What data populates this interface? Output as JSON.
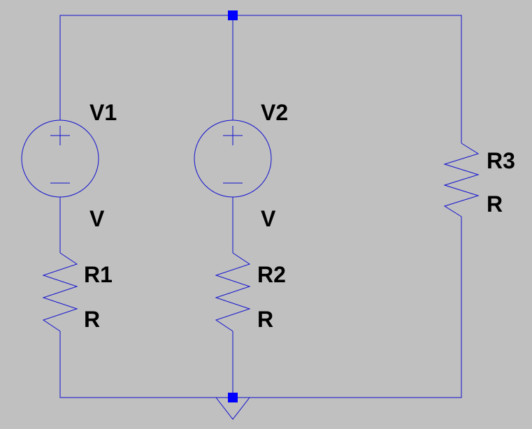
{
  "colors": {
    "background": "#c0c0c0",
    "wire": "#1010d0",
    "junction": "#0000ff",
    "label": "#000000"
  },
  "components": {
    "v1": {
      "name": "V1",
      "value": "V",
      "type": "voltage-source"
    },
    "v2": {
      "name": "V2",
      "value": "V",
      "type": "voltage-source"
    },
    "r1": {
      "name": "R1",
      "value": "R",
      "type": "resistor"
    },
    "r2": {
      "name": "R2",
      "value": "R",
      "type": "resistor"
    },
    "r3": {
      "name": "R3",
      "value": "R",
      "type": "resistor"
    }
  },
  "symbols": {
    "ground": "ground-symbol",
    "junctions": 2
  }
}
